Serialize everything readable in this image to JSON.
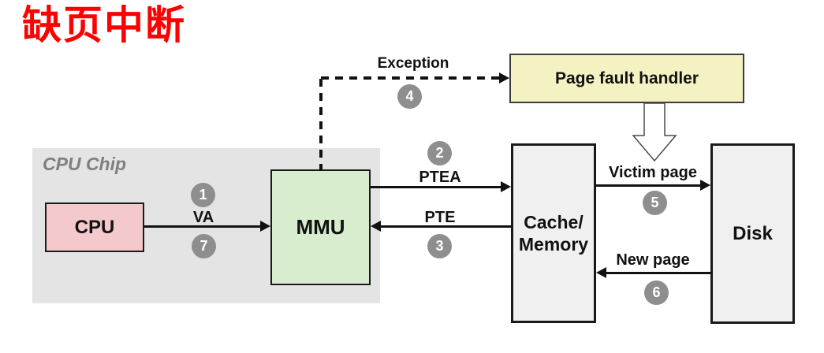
{
  "title": "缺页中断",
  "colors": {
    "title_red": "#ff0000",
    "cpu_chip_bg": "#e4e4e4",
    "cpu_bg": "#f4c9cb",
    "mmu_bg": "#d7edcd",
    "handler_bg": "#f4f1c2",
    "memory_bg": "#f0f0f0",
    "step_badge_bg": "#8e8e8e",
    "arrow": "#111111"
  },
  "cpu_chip": {
    "label": "CPU Chip"
  },
  "nodes": {
    "cpu": {
      "label": "CPU"
    },
    "mmu": {
      "label": "MMU"
    },
    "page_fault_handler": {
      "label": "Page fault handler"
    },
    "cache_memory": {
      "line1": "Cache/",
      "line2": "Memory"
    },
    "disk": {
      "label": "Disk"
    }
  },
  "edges": {
    "va": {
      "label": "VA",
      "step_before": "1",
      "step_after": "7"
    },
    "ptea": {
      "label": "PTEA",
      "step": "2"
    },
    "pte": {
      "label": "PTE",
      "step": "3"
    },
    "exception": {
      "label": "Exception",
      "step": "4"
    },
    "victim_page": {
      "label": "Victim page",
      "step": "5"
    },
    "new_page": {
      "label": "New page",
      "step": "6"
    }
  }
}
